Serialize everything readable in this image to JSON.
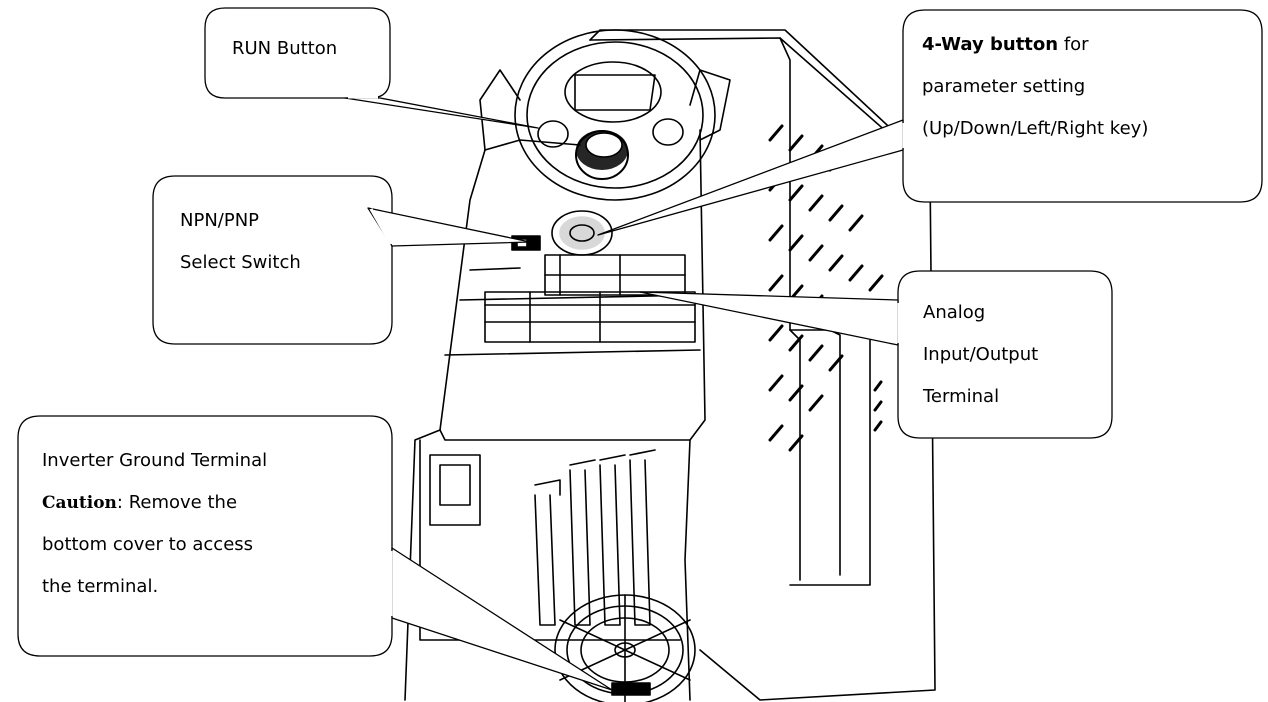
{
  "callouts": {
    "run": {
      "text": "RUN Button"
    },
    "four_way": {
      "bold_part": "4-Way button",
      "rest_part": " for",
      "line2": "parameter setting",
      "line3": "(Up/Down/Left/Right key)"
    },
    "npn": {
      "line1": "NPN/PNP",
      "line2": "Select Switch"
    },
    "analog": {
      "line1": "Analog",
      "line2": "Input/Output",
      "line3": "Terminal"
    },
    "ground": {
      "line1": "Inverter Ground Terminal",
      "caution_label": "Caution",
      "caution_rest": ": Remove the",
      "line3": "bottom cover to access",
      "line4": "the terminal."
    }
  },
  "colors": {
    "line": "#000000",
    "background": "#ffffff"
  }
}
